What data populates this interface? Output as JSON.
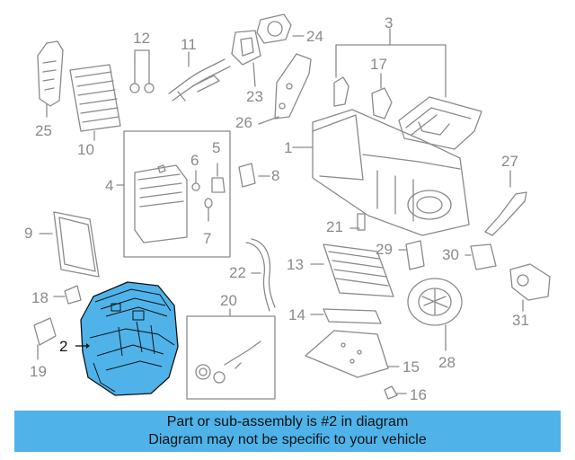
{
  "callouts": {
    "c1": "1",
    "c2": "2",
    "c3": "3",
    "c4": "4",
    "c5": "5",
    "c6": "6",
    "c7": "7",
    "c8": "8",
    "c9": "9",
    "c10": "10",
    "c11": "11",
    "c12": "12",
    "c13": "13",
    "c14": "14",
    "c15": "15",
    "c16": "16",
    "c17": "17",
    "c18": "18",
    "c19": "19",
    "c20": "20",
    "c21": "21",
    "c22": "22",
    "c23": "23",
    "c24": "24",
    "c25": "25",
    "c26": "26",
    "c27": "27",
    "c28": "28",
    "c29": "29",
    "c30": "30",
    "c31": "31"
  },
  "highlighted_part": "2",
  "colors": {
    "highlight_fill": "#4fb3ea",
    "line_art": "#8a8a8a",
    "banner_bg": "#4fb3ea"
  },
  "banner": {
    "line1": "Part or sub-assembly is #2 in diagram",
    "line2": "Diagram may not be specific to your vehicle"
  }
}
